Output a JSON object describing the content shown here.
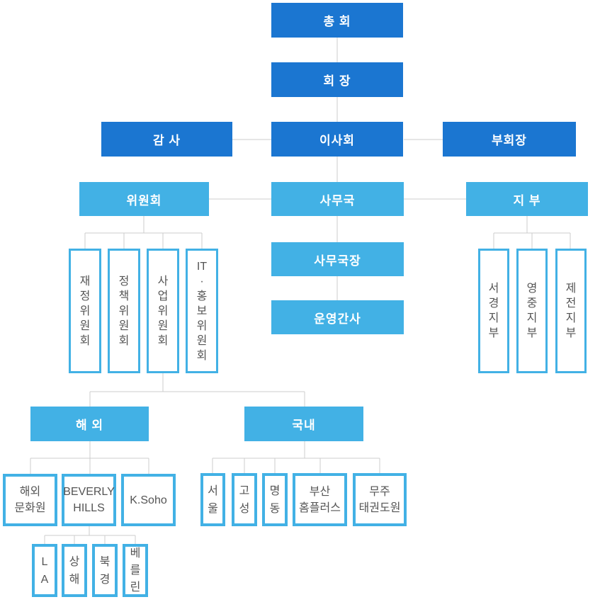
{
  "chart_title": "organization-chart",
  "colors": {
    "primary_dark": "#1b76d1",
    "primary_light": "#42b1e5",
    "outline_text": "#555555",
    "connector": "#cccccc"
  },
  "nodes": {
    "assembly": "총 회",
    "chairman": "회 장",
    "auditor": "감 사",
    "board": "이사회",
    "vice_chairman": "부회장",
    "committee": "위원회",
    "secretariat": "사무국",
    "branch": "지 부",
    "secretary_general": "사무국장",
    "operations_manager": "운영간사",
    "finance_committee": [
      "재",
      "정",
      "위",
      "원",
      "회"
    ],
    "policy_committee": [
      "정",
      "책",
      "위",
      "원",
      "회"
    ],
    "business_committee": [
      "사",
      "업",
      "위",
      "원",
      "회"
    ],
    "it_pr_committee": [
      "IT",
      "·",
      "홍",
      "보",
      "위",
      "원",
      "회"
    ],
    "seogyeong_branch": [
      "서",
      "경",
      "지",
      "부"
    ],
    "yeongjung_branch": [
      "영",
      "중",
      "지",
      "부"
    ],
    "jejeon_branch": [
      "제",
      "전",
      "지",
      "부"
    ],
    "overseas": "해 외",
    "domestic": "국내",
    "overseas_cultural_center": [
      "해외",
      "문화원"
    ],
    "beverly_hills": [
      "BEVERLY",
      "HILLS"
    ],
    "k_soho": "K.Soho",
    "seoul": [
      "서",
      "울"
    ],
    "goseong": [
      "고",
      "성"
    ],
    "myeongdong": [
      "명",
      "동"
    ],
    "busan_homeplus": [
      "부산",
      "홈플러스"
    ],
    "muju_taekwondowon": [
      "무주",
      "태권도원"
    ],
    "la": [
      "L",
      "A"
    ],
    "shanghai": [
      "상",
      "해"
    ],
    "beijing": [
      "북",
      "경"
    ],
    "berlin": [
      "베",
      "를",
      "린"
    ]
  }
}
